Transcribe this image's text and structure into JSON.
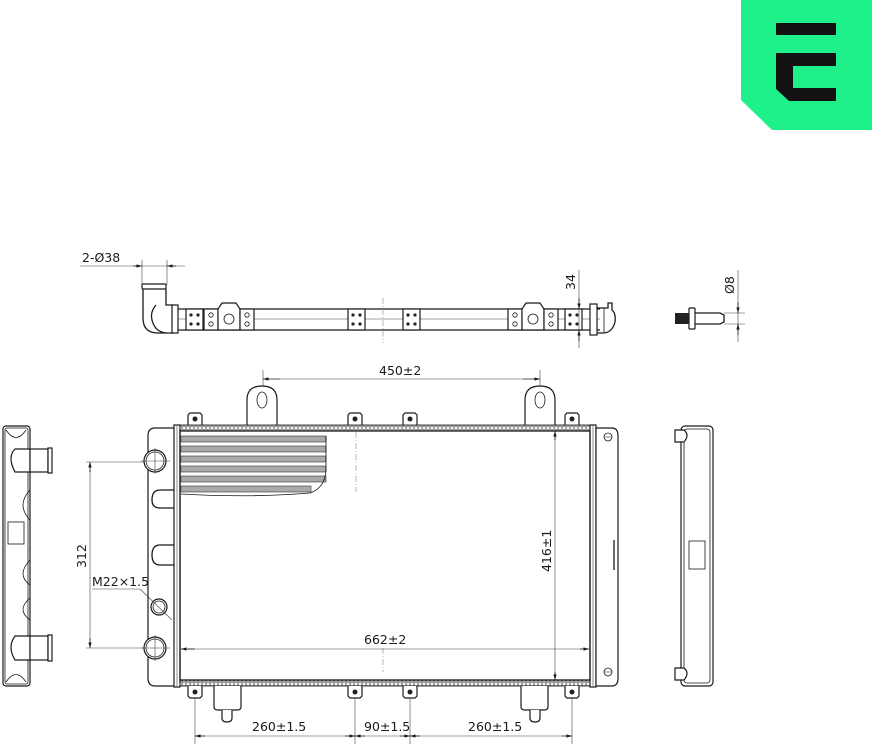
{
  "logo": {
    "name": "brand-logo",
    "glyph": "E",
    "background_color": "#1EF08A",
    "glyph_color": "#111111"
  },
  "dimensions": {
    "inlet_outlet_diameter": "2-Ø38",
    "top_view_depth": "34",
    "drain_plug_diameter": "Ø8",
    "mount_spacing_top": "450±2",
    "core_height": "416±1",
    "core_width": "662±2",
    "tank_port_spacing": "312",
    "drain_thread": "M22×1.5",
    "bottom_spacing_left": "260±1.5",
    "bottom_spacing_center": "90±1.5",
    "bottom_spacing_right": "260±1.5"
  },
  "views": {
    "top": "top-view",
    "front": "front-view",
    "left_side": "left-tank-side-view",
    "right_side": "right-tank-side-view",
    "detail": "drain-plug-detail"
  },
  "colors": {
    "line": "#1a1a1a",
    "background": "#ffffff",
    "accent": "#1EF08A"
  }
}
